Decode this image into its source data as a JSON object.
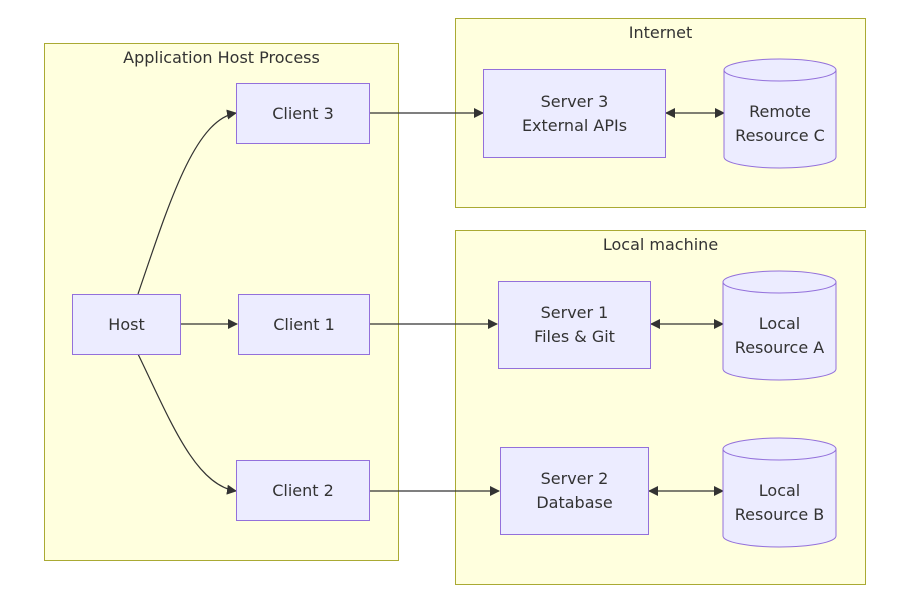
{
  "colors": {
    "cluster_fill": "#ffffde",
    "cluster_stroke": "#aaaa33",
    "node_fill": "#ececff",
    "node_stroke": "#9370db",
    "edge": "#333333",
    "text": "#333333"
  },
  "clusters": {
    "app_host": {
      "label": "Application Host Process"
    },
    "internet": {
      "label": "Internet"
    },
    "local": {
      "label": "Local machine"
    }
  },
  "nodes": {
    "host": {
      "label": "Host"
    },
    "client1": {
      "label": "Client 1"
    },
    "client2": {
      "label": "Client 2"
    },
    "client3": {
      "label": "Client 3"
    },
    "server1": {
      "line1": "Server 1",
      "line2": "Files & Git"
    },
    "server2": {
      "line1": "Server 2",
      "line2": "Database"
    },
    "server3": {
      "line1": "Server 3",
      "line2": "External APIs"
    },
    "resource_a": {
      "line1": "Local",
      "line2": "Resource A"
    },
    "resource_b": {
      "line1": "Local",
      "line2": "Resource B"
    },
    "resource_c": {
      "line1": "Remote",
      "line2": "Resource C"
    }
  },
  "edges": [
    {
      "from": "host",
      "to": "client1",
      "direction": "forward"
    },
    {
      "from": "host",
      "to": "client2",
      "direction": "forward"
    },
    {
      "from": "host",
      "to": "client3",
      "direction": "forward"
    },
    {
      "from": "client1",
      "to": "server1",
      "direction": "forward"
    },
    {
      "from": "client2",
      "to": "server2",
      "direction": "forward"
    },
    {
      "from": "client3",
      "to": "server3",
      "direction": "forward"
    },
    {
      "from": "server1",
      "to": "resource_a",
      "direction": "both"
    },
    {
      "from": "server2",
      "to": "resource_b",
      "direction": "both"
    },
    {
      "from": "server3",
      "to": "resource_c",
      "direction": "both"
    }
  ]
}
